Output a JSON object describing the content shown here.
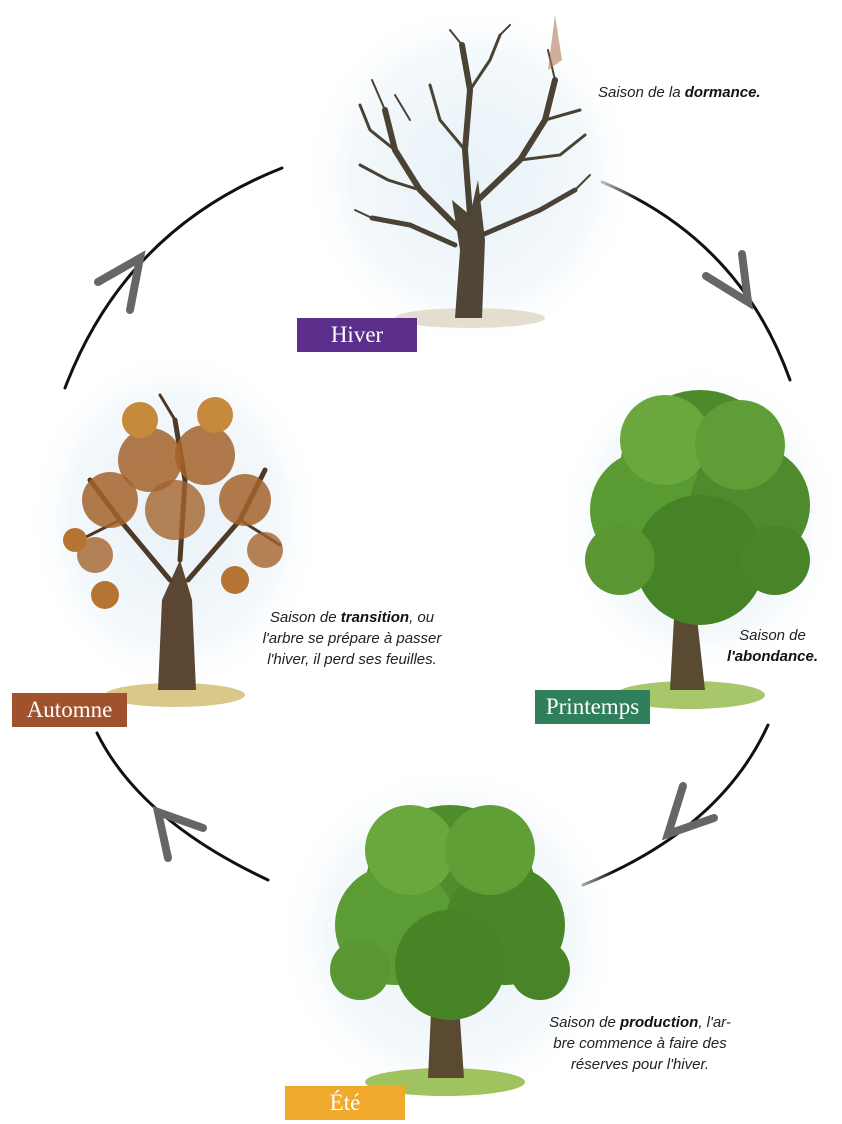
{
  "colors": {
    "hiver": "#5a2e8a",
    "printemps": "#2e7f5a",
    "ete": "#f0a92a",
    "automne": "#a0522d",
    "arrow": "#111111",
    "arrow_barb": "#666666"
  },
  "seasons": {
    "hiver": {
      "label": "Hiver",
      "caption": {
        "pre": "Saison de la ",
        "bold": "dormance.",
        "post": ""
      }
    },
    "printemps": {
      "label": "Printemps",
      "caption": {
        "line1": "Saison de",
        "bold": "l'abondance."
      }
    },
    "ete": {
      "label": "Été",
      "caption": {
        "pre": "Saison de ",
        "bold": "production",
        "post1": ", l'ar-",
        "line2": "bre commence à faire des",
        "line3": "réserves pour l'hiver."
      }
    },
    "automne": {
      "label": "Automne",
      "caption": {
        "pre": "Saison de ",
        "bold": "transition",
        "post1": ", ou",
        "line2": "l'arbre se prépare à passer",
        "line3": "l'hiver, il perd ses feuilles."
      }
    }
  }
}
